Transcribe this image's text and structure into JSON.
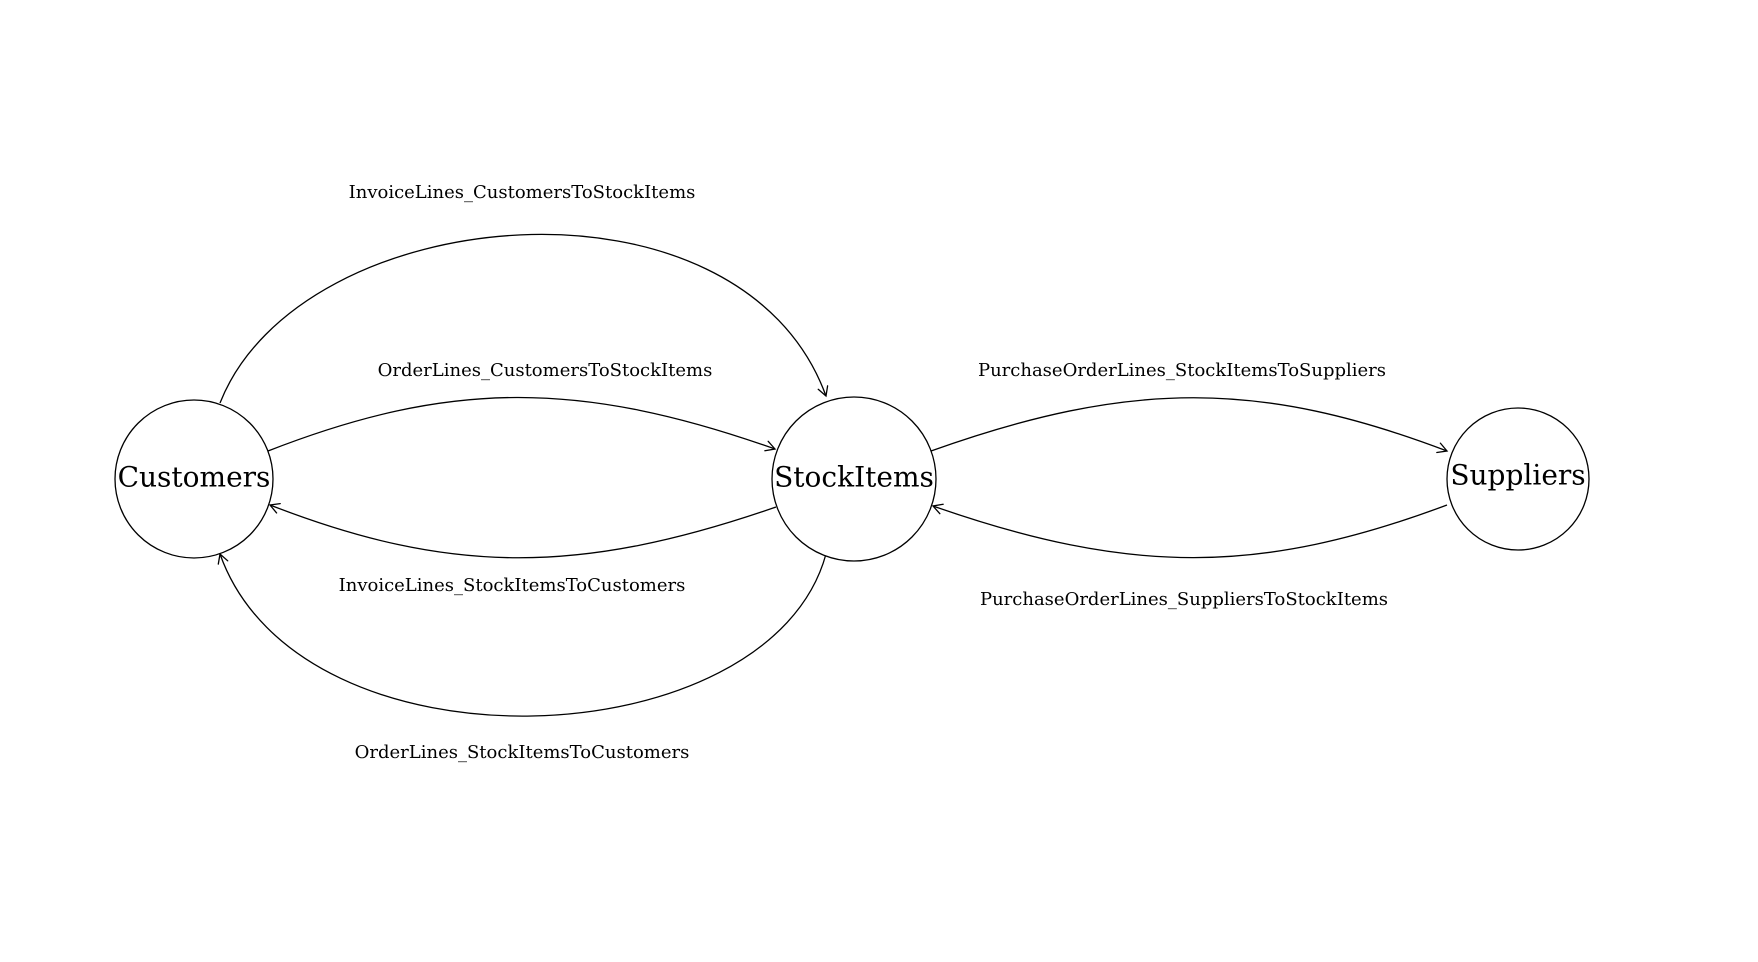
{
  "nodes": [
    {
      "id": "customers",
      "label": "Customers"
    },
    {
      "id": "stockitems",
      "label": "StockItems"
    },
    {
      "id": "suppliers",
      "label": "Suppliers"
    }
  ],
  "edges": [
    {
      "id": "invoice_c2s",
      "from": "customers",
      "to": "stockitems",
      "label": "InvoiceLines_CustomersToStockItems"
    },
    {
      "id": "order_c2s",
      "from": "customers",
      "to": "stockitems",
      "label": "OrderLines_CustomersToStockItems"
    },
    {
      "id": "invoice_s2c",
      "from": "stockitems",
      "to": "customers",
      "label": "InvoiceLines_StockItemsToCustomers"
    },
    {
      "id": "order_s2c",
      "from": "stockitems",
      "to": "customers",
      "label": "OrderLines_StockItemsToCustomers"
    },
    {
      "id": "po_s2sup",
      "from": "stockitems",
      "to": "suppliers",
      "label": "PurchaseOrderLines_StockItemsToSuppliers"
    },
    {
      "id": "po_sup2s",
      "from": "suppliers",
      "to": "stockitems",
      "label": "PurchaseOrderLines_SuppliersToStockItems"
    }
  ]
}
